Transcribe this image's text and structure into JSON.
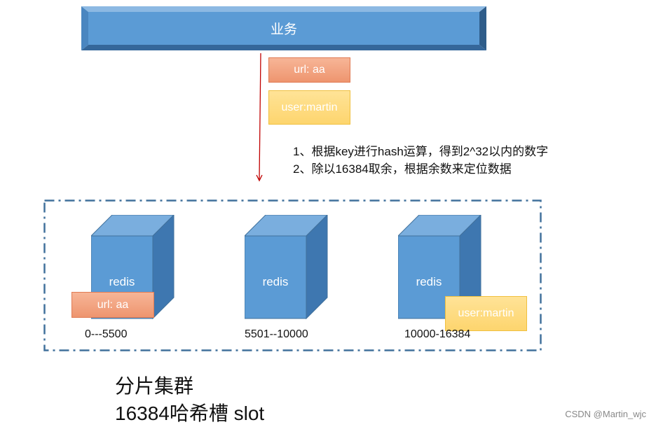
{
  "business": {
    "label": "业务"
  },
  "keys": {
    "url": "url: aa",
    "user": "user:martin"
  },
  "description": {
    "line1": "1、根据key进行hash运算，得到2^32以内的数字",
    "line2": "2、除以16384取余，根据余数来定位数据"
  },
  "nodes": [
    {
      "label": "redis",
      "range": "0---5500"
    },
    {
      "label": "redis",
      "range": "5501--10000"
    },
    {
      "label": "redis",
      "range": "10000-16384"
    }
  ],
  "caption": {
    "line1": "分片集群",
    "line2": "16384哈希槽 slot"
  },
  "watermark": "CSDN @Martin_wjc",
  "colors": {
    "blue": "#5b9bd5",
    "blue_dark": "#41719c",
    "salmon": "#f4a582",
    "yellow": "#ffd966",
    "arrow": "#c00000"
  }
}
